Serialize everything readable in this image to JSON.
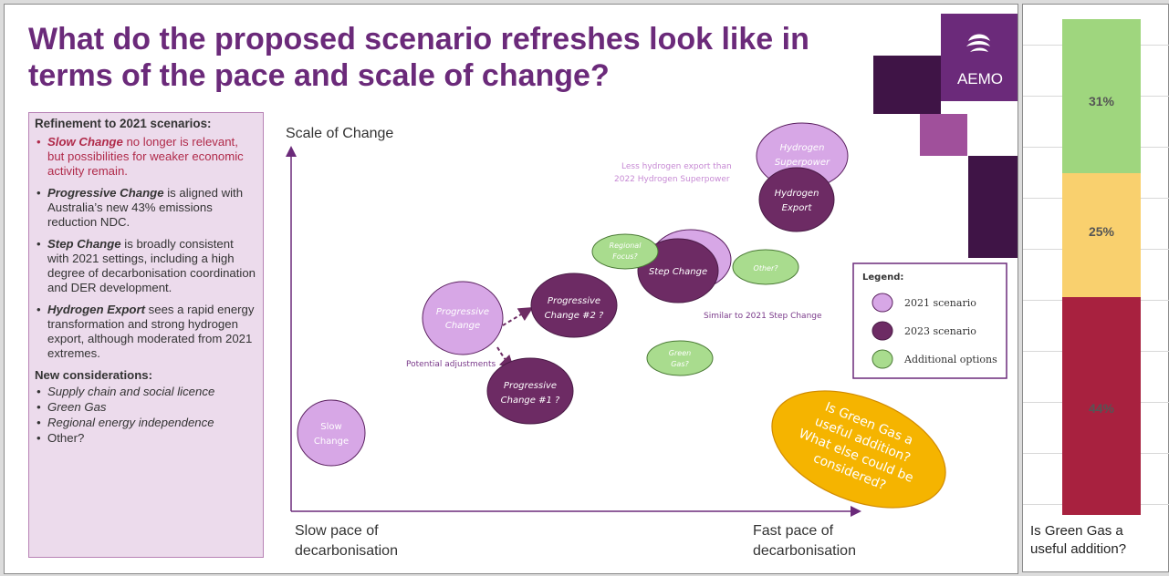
{
  "title": "What do the proposed scenario refreshes look like in terms of the pace and scale of change?",
  "logo": {
    "text": "AEMO"
  },
  "panel": {
    "heading": "Refinement to 2021 scenarios:",
    "items": [
      {
        "lead": "Slow Change",
        "rest": " no longer is relevant, but possibilities for weaker economic activity remain."
      },
      {
        "lead": "Progressive Change",
        "rest": " is aligned with Australia’s new 43% emissions reduction NDC."
      },
      {
        "lead": "Step Change",
        "rest": " is broadly consistent with 2021 settings, including a high degree of decarbonisation coordination and DER development."
      },
      {
        "lead": "Hydrogen Export",
        "rest": " sees a rapid energy transformation and strong hydrogen export, although moderated from 2021 extremes."
      }
    ],
    "new_heading": "New considerations:",
    "considerations": [
      "Supply chain and social licence",
      "Green Gas",
      "Regional energy independence",
      "Other?"
    ]
  },
  "diagram": {
    "y_axis_label": "Scale of Change",
    "x_axis_left_line1": "Slow pace of",
    "x_axis_left_line2": "decarbonisation",
    "x_axis_right_line1": "Fast pace of",
    "x_axis_right_line2": "decarbonisation",
    "bubbles": {
      "slow_change": [
        "Slow",
        "Change"
      ],
      "progressive_change": [
        "Progressive",
        "Change"
      ],
      "progressive_change_2": [
        "Progressive",
        "Change #2 ?"
      ],
      "progressive_change_1": [
        "Progressive",
        "Change #1 ?"
      ],
      "regional_focus": [
        "Regional",
        "Focus?"
      ],
      "step_change": [
        "Step Change"
      ],
      "other": [
        "Other?"
      ],
      "green_gas": [
        "Green",
        "Gas?"
      ],
      "hydrogen_superpower": [
        "Hydrogen",
        "Superpower"
      ],
      "hydrogen_export": [
        "Hydrogen",
        "Export"
      ]
    },
    "annotations": {
      "less_hydrogen_1": "Less hydrogen export than",
      "less_hydrogen_2": "2022 Hydrogen Superpower",
      "similar_step": "Similar to 2021 Step Change",
      "potential_adjustments": "Potential adjustments"
    },
    "callout": [
      "Is Green Gas a",
      "useful addition?",
      "What else could be",
      "considered?"
    ],
    "legend": {
      "title": "Legend:",
      "items": [
        "2021 scenario",
        "2023 scenario",
        "Additional options"
      ]
    }
  },
  "side_chart": {
    "segments": [
      {
        "value": "31%",
        "color": "#9fd67e"
      },
      {
        "value": "25%",
        "color": "#f9d06e"
      },
      {
        "value": "44%",
        "color": "#a8213f"
      }
    ],
    "question_line1": "Is Green Gas a",
    "question_line2": "useful addition?"
  },
  "colors": {
    "purple_dark": "#6b2a7a",
    "bubble_2021": "#d7a7e6",
    "bubble_2023": "#6d2b64",
    "bubble_additional": "#a9dc8e",
    "callout": "#f5b400"
  }
}
